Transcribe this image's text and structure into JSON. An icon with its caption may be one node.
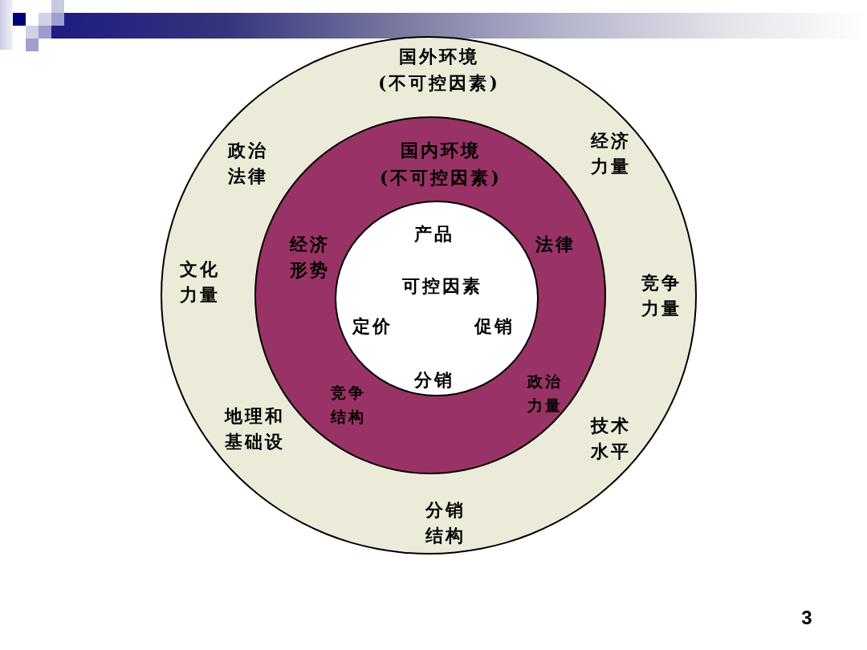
{
  "diagram": {
    "nodes": [
      {
        "text": [
          "国外环境",
          "(不可控因素)",
          "政治法律",
          "经济力量",
          "文化力量",
          "竞争力量",
          "地理和基础设",
          "技术水平",
          "分销结构"
        ]
      },
      {
        "text": [
          "国内环境",
          "(不可控因素)",
          "经济形势",
          "法律",
          "竞争结构",
          "政治力量"
        ],
        "in": 0
      },
      {
        "text": [
          "产品",
          "可控因素",
          "定价",
          "促销",
          "分销"
        ],
        "in": 1
      }
    ],
    "edges": [],
    "labels": [
      "3"
    ]
  }
}
